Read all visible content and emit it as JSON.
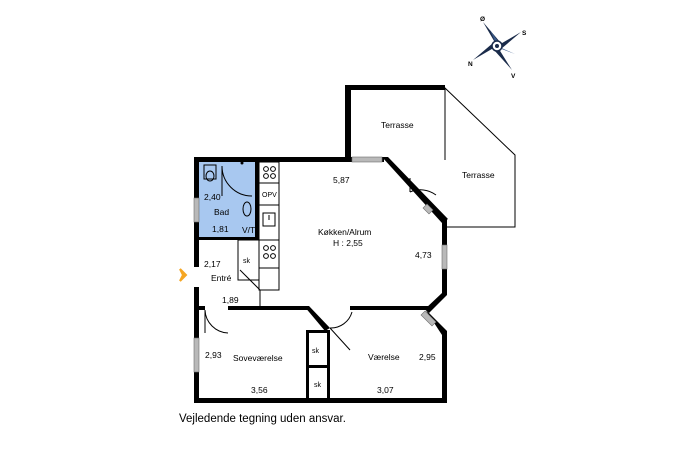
{
  "rooms": {
    "terrace_1": {
      "name": "Terrasse"
    },
    "terrace_2": {
      "name": "Terrasse"
    },
    "kitchen": {
      "name": "Køkken/Alrum",
      "height": "H : 2,55",
      "dim_top": "5,87",
      "dim_right": "4,73"
    },
    "bath": {
      "name": "Bad",
      "dim_top": "2,40",
      "dim_bottom": "1,81"
    },
    "vt": {
      "name": "V/T"
    },
    "opv": {
      "name": "OPV"
    },
    "entry": {
      "name": "Entré",
      "dim_top": "2,17",
      "dim_bottom": "1,89",
      "closet": "sk"
    },
    "bedroom": {
      "name": "Soveværelse",
      "dim_left": "2,93",
      "dim_bottom": "3,56"
    },
    "room": {
      "name": "Værelse",
      "dim_right": "2,95",
      "dim_bottom": "3,07"
    },
    "closet_a": {
      "label": "sk"
    },
    "closet_b": {
      "label": "sk"
    }
  },
  "compass": {
    "n": "N",
    "s": "S",
    "v": "V",
    "o": "Ø"
  },
  "colors": {
    "bath": "#a8c8f0",
    "wall": "#000000",
    "window": "#b9b9b9",
    "entry_arrow": "#f5a623"
  },
  "caption": "Vejledende tegning uden ansvar."
}
